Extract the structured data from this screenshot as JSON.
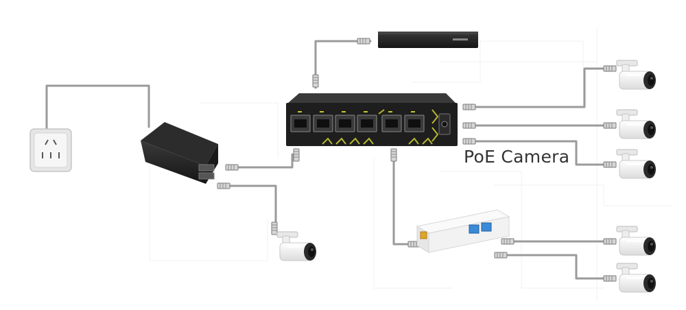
{
  "diagram": {
    "caption": "PoE Camera",
    "colors": {
      "cable": "#9a9a9a",
      "device_dark": "#232323",
      "accent": "#c8c832",
      "splitter": "#f2f2f2",
      "splitter_port_uplink": "#e0a42a",
      "splitter_port_out": "#3a8ad8",
      "camera_body": "#f5f5f5",
      "camera_lens": "#2a2a2a",
      "wall_plate": "#e6e6e6"
    },
    "switch_port_count": 6,
    "devices": [
      {
        "id": "wall-outlet",
        "icon": "power-outlet-icon"
      },
      {
        "id": "poe-injector",
        "icon": "power-adapter-icon"
      },
      {
        "id": "nvr",
        "icon": "nvr-recorder-icon"
      },
      {
        "id": "poe-switch",
        "icon": "network-switch-icon"
      },
      {
        "id": "poe-splitter",
        "icon": "poe-extender-icon"
      },
      {
        "id": "camera-injector",
        "icon": "bullet-camera-icon"
      },
      {
        "id": "camera-1",
        "icon": "bullet-camera-icon"
      },
      {
        "id": "camera-2",
        "icon": "bullet-camera-icon"
      },
      {
        "id": "camera-3",
        "icon": "bullet-camera-icon"
      },
      {
        "id": "camera-4",
        "icon": "bullet-camera-icon"
      },
      {
        "id": "camera-5",
        "icon": "bullet-camera-icon"
      }
    ]
  }
}
